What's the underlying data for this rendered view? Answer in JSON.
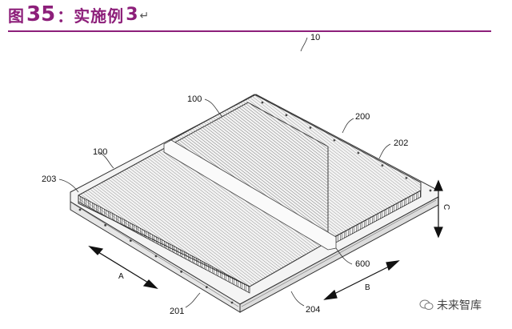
{
  "figure": {
    "label": "图",
    "number": "35",
    "colon": "：",
    "caption_cn": "实施例",
    "caption_num": "3",
    "return_mark": "↵"
  },
  "labels": {
    "assembly": "10",
    "module_left": "100",
    "module_right": "100",
    "tray": "200",
    "tray_edge": "202",
    "side_rail": "203",
    "front_rail": "201",
    "divider": "600",
    "bottom_corner": "204"
  },
  "axes": {
    "a": "A",
    "b": "B",
    "c": "C"
  },
  "watermark": {
    "text": "未来智库"
  },
  "colors": {
    "accent": "#8d1f7a",
    "line": "#333333"
  }
}
